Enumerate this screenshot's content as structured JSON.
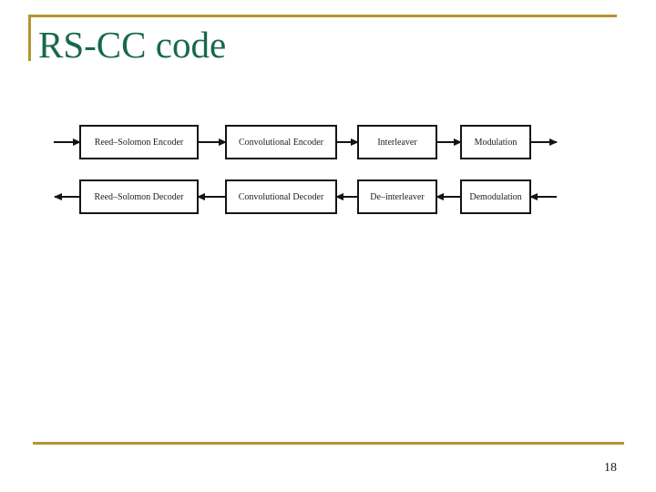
{
  "slide": {
    "title": "RS-CC code",
    "page_number": "18"
  },
  "colors": {
    "accent_gold": "#B5952F",
    "title_green": "#17694C",
    "diagram_ink": "#141414"
  },
  "diagram": {
    "top_row_flow": "left-to-right",
    "bottom_row_flow": "right-to-left",
    "top_row": [
      {
        "label": "Reed–Solomon Encoder"
      },
      {
        "label": "Convolutional Encoder"
      },
      {
        "label": "Interleaver"
      },
      {
        "label": "Modulation"
      }
    ],
    "bottom_row": [
      {
        "label": "Reed–Solomon Decoder"
      },
      {
        "label": "Convolutional Decoder"
      },
      {
        "label": "De–interleaver"
      },
      {
        "label": "Demodulation"
      }
    ]
  }
}
